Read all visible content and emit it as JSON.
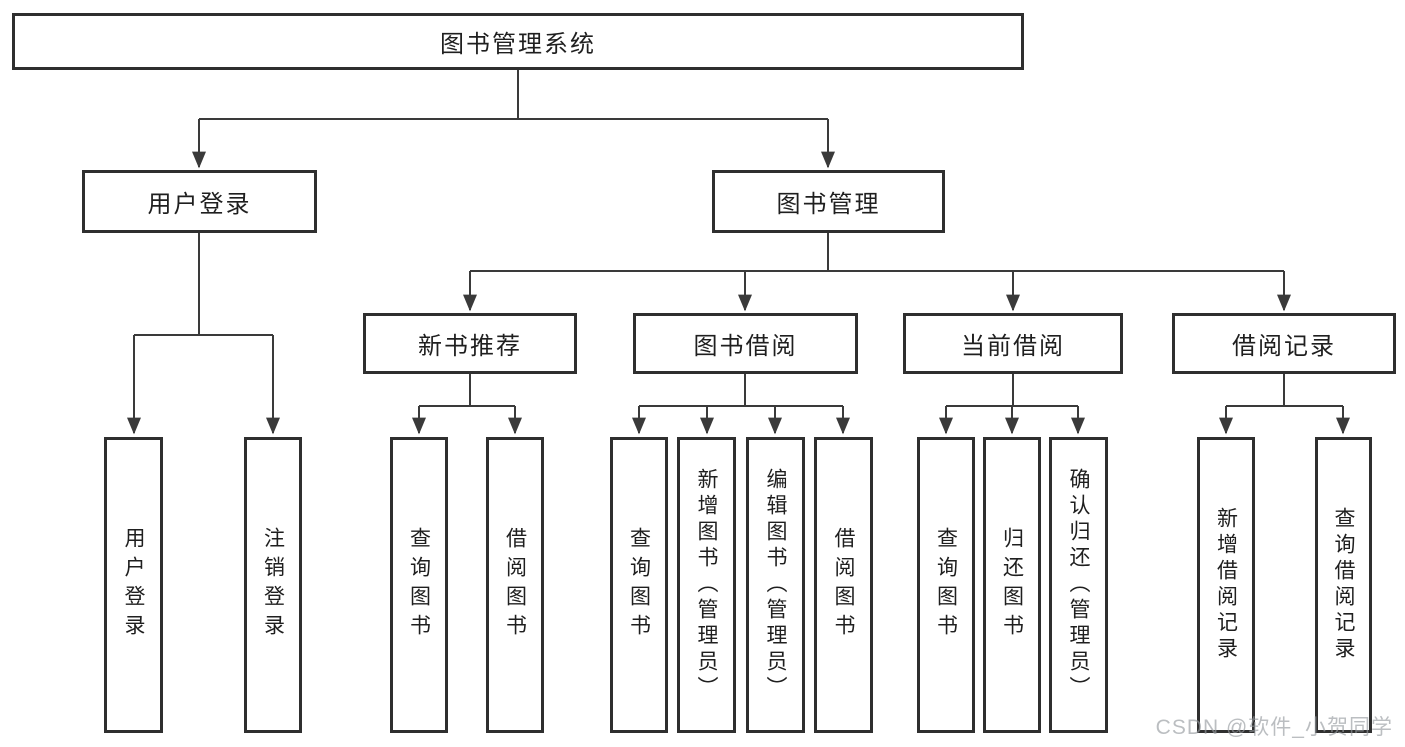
{
  "diagram": {
    "type": "hierarchy-tree",
    "title": "图书管理系统"
  },
  "tree": {
    "label": "图书管理系统",
    "children": [
      {
        "label": "用户登录",
        "children": [
          {
            "label": "用户登录"
          },
          {
            "label": "注销登录"
          }
        ]
      },
      {
        "label": "图书管理",
        "children": [
          {
            "label": "新书推荐",
            "children": [
              {
                "label": "查询图书"
              },
              {
                "label": "借阅图书"
              }
            ]
          },
          {
            "label": "图书借阅",
            "children": [
              {
                "label": "查询图书"
              },
              {
                "label": "新增图书（管理员）"
              },
              {
                "label": "编辑图书（管理员）"
              },
              {
                "label": "借阅图书"
              }
            ]
          },
          {
            "label": "当前借阅",
            "children": [
              {
                "label": "查询图书"
              },
              {
                "label": "归还图书"
              },
              {
                "label": "确认归还（管理员）"
              }
            ]
          },
          {
            "label": "借阅记录",
            "children": [
              {
                "label": "新增借阅记录"
              },
              {
                "label": "查询借阅记录"
              }
            ]
          }
        ]
      }
    ]
  },
  "watermark": {
    "text": "CSDN @软件_小贺同学"
  },
  "colors": {
    "background": "#ffffff",
    "line": "#3a3a3a",
    "box_border": "#2f2f2f",
    "text": "#1f1f1f",
    "watermark": "#9aa0a6"
  }
}
